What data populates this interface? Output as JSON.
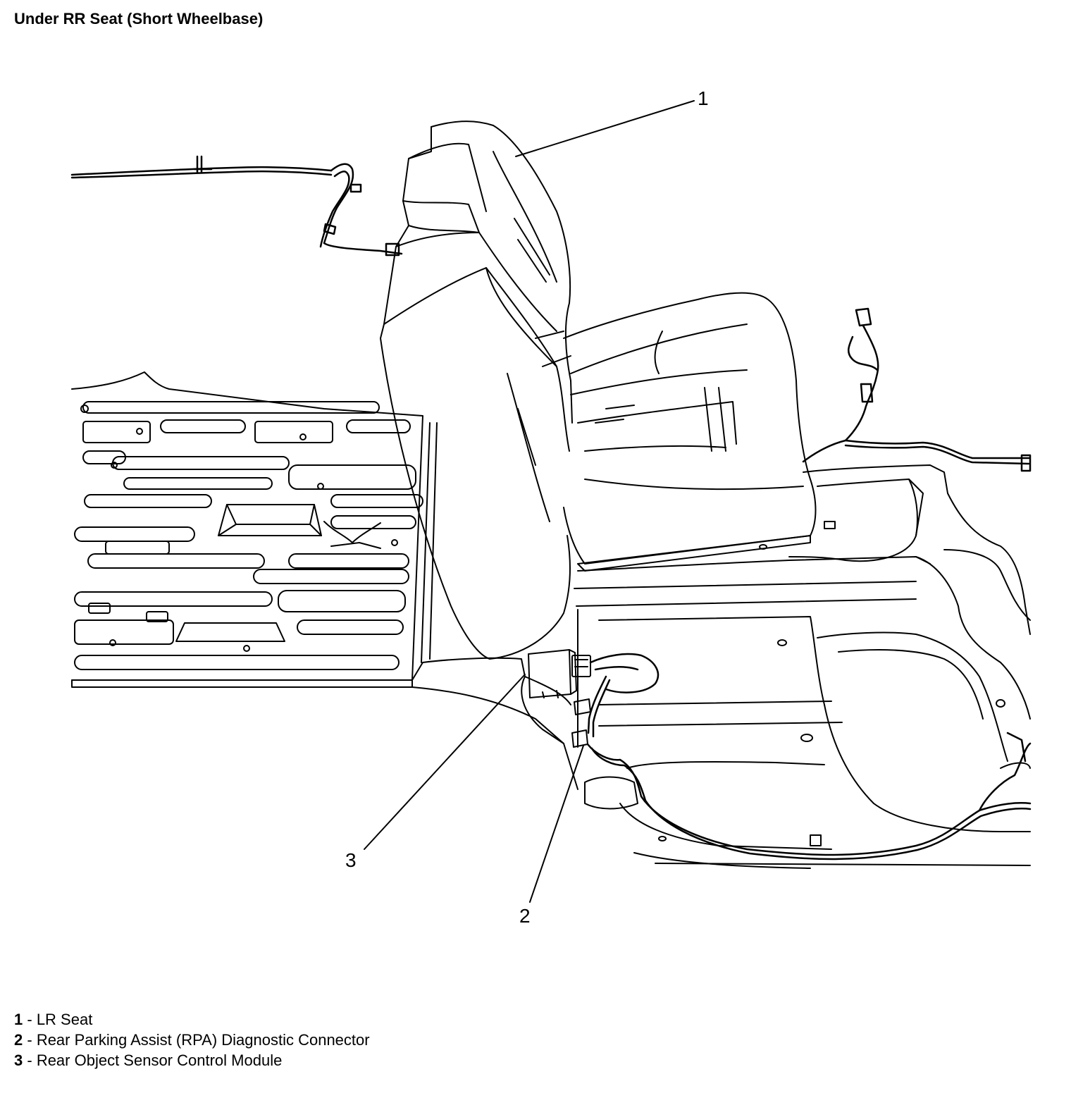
{
  "title": "Under RR Seat (Short Wheelbase)",
  "callouts": [
    "1",
    "2",
    "3"
  ],
  "legend": [
    {
      "num": "1",
      "sep": " - ",
      "label": "LR Seat"
    },
    {
      "num": "2",
      "sep": " - ",
      "label": "Rear Parking Assist (RPA) Diagnostic Connector"
    },
    {
      "num": "3",
      "sep": " - ",
      "label": "Rear Object Sensor Control Module"
    }
  ],
  "colors": {
    "ink": "#000000",
    "paper": "#ffffff"
  }
}
